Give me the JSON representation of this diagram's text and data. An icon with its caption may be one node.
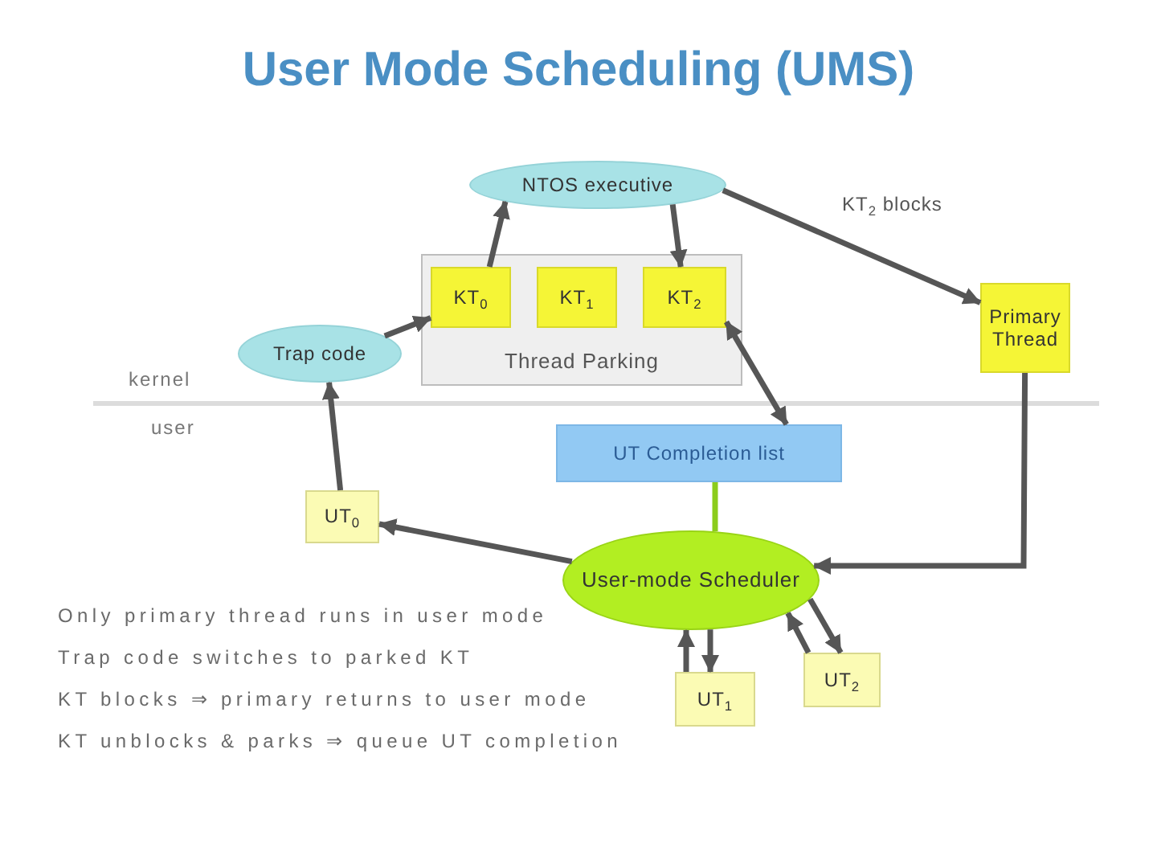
{
  "diagram": {
    "title": "User Mode Scheduling (UMS)",
    "nodes": [
      {
        "text": [
          "NTOS executive"
        ]
      },
      {
        "text": [
          "Thread Parking"
        ]
      },
      {
        "text": [
          "KT$_{0}$"
        ],
        "in": 1
      },
      {
        "text": [
          "KT$_{1}$"
        ],
        "in": 1
      },
      {
        "text": [
          "KT$_{2}$"
        ],
        "in": 1
      },
      {
        "text": [
          "Trap code"
        ]
      },
      {
        "text": [
          "Primary Thread"
        ]
      },
      {
        "text": [
          "UT Completion list"
        ]
      },
      {
        "text": [
          "UT$_{0}$"
        ]
      },
      {
        "text": [
          "User-mode Scheduler"
        ]
      },
      {
        "text": [
          "UT$_{1}$"
        ]
      },
      {
        "text": [
          "UT$_{2}$"
        ]
      }
    ],
    "edges": [
      {
        "from": 8,
        "to": 5,
        "arrow": "to"
      },
      {
        "from": 5,
        "to": 2,
        "arrow": "to"
      },
      {
        "from": 2,
        "to": 0,
        "arrow": "to"
      },
      {
        "from": 0,
        "to": 4,
        "arrow": "to"
      },
      {
        "from": 0,
        "to": 6,
        "arrow": "to",
        "label": "KT$_{2}$ blocks"
      },
      {
        "from": 4,
        "to": 7,
        "arrow": "both"
      },
      {
        "from": 7,
        "to": 9,
        "arrow": "none",
        "color": "#8ccc1c"
      },
      {
        "from": 6,
        "to": 9,
        "arrow": "to"
      },
      {
        "from": 9,
        "to": 8,
        "arrow": "to"
      },
      {
        "from": 10,
        "to": 9,
        "arrow": "to"
      },
      {
        "from": 9,
        "to": 10,
        "arrow": "to"
      },
      {
        "from": 11,
        "to": 9,
        "arrow": "to"
      },
      {
        "from": 9,
        "to": 11,
        "arrow": "to"
      }
    ],
    "labels": [
      "kernel",
      "user",
      "Only primary thread runs in user mode",
      "Trap code switches to parked KT",
      "KT blocks ⇒ primary returns to user mode",
      "KT unblocks & parks ⇒ queue UT completion"
    ]
  }
}
